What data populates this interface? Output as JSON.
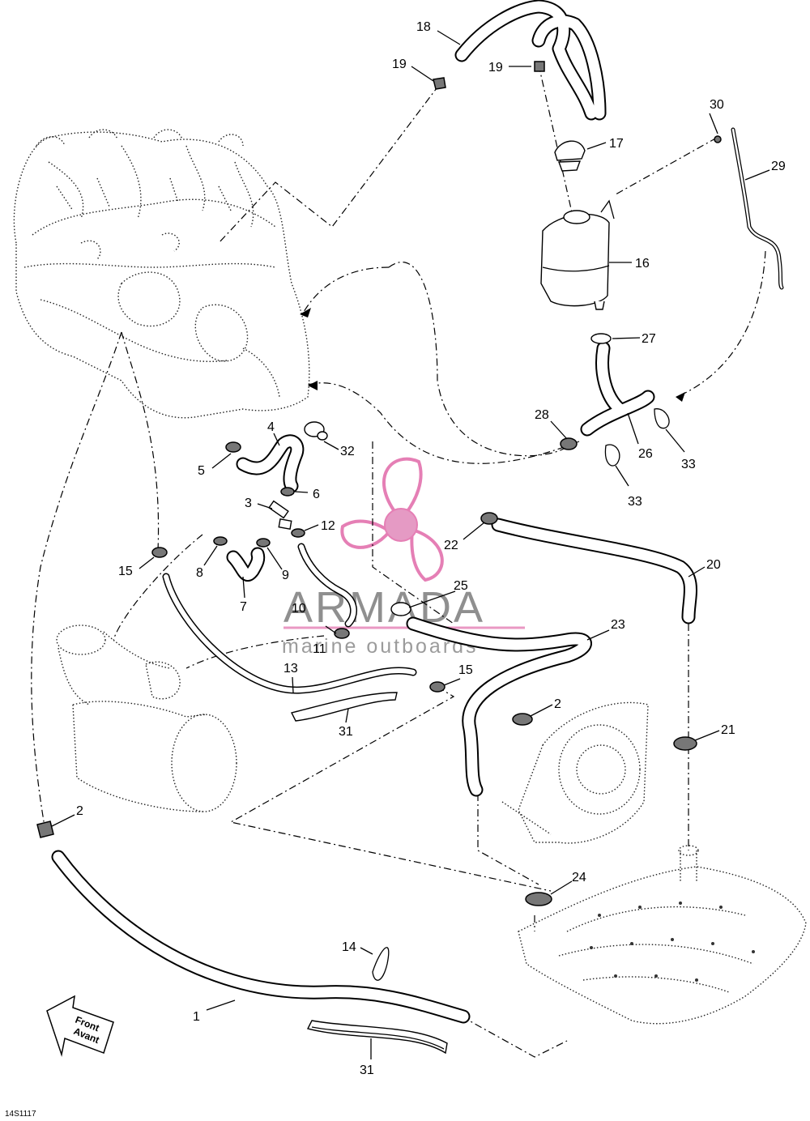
{
  "diagram": {
    "drawing_code": "14S1117",
    "front_label_line1": "Front",
    "front_label_line2": "Avant",
    "watermark": {
      "brand": "ARMADA",
      "tagline": "marine outboards",
      "accent_color": "#e57fb5",
      "text_color": "#6a6a6a"
    },
    "callouts": [
      {
        "id": "c1",
        "label": "1"
      },
      {
        "id": "c2a",
        "label": "2"
      },
      {
        "id": "c2b",
        "label": "2"
      },
      {
        "id": "c3",
        "label": "3"
      },
      {
        "id": "c4",
        "label": "4"
      },
      {
        "id": "c5",
        "label": "5"
      },
      {
        "id": "c6",
        "label": "6"
      },
      {
        "id": "c7",
        "label": "7"
      },
      {
        "id": "c8",
        "label": "8"
      },
      {
        "id": "c9",
        "label": "9"
      },
      {
        "id": "c10",
        "label": "10"
      },
      {
        "id": "c11",
        "label": "11"
      },
      {
        "id": "c12",
        "label": "12"
      },
      {
        "id": "c13",
        "label": "13"
      },
      {
        "id": "c14",
        "label": "14"
      },
      {
        "id": "c15a",
        "label": "15"
      },
      {
        "id": "c15b",
        "label": "15"
      },
      {
        "id": "c16",
        "label": "16"
      },
      {
        "id": "c17",
        "label": "17"
      },
      {
        "id": "c18",
        "label": "18"
      },
      {
        "id": "c19a",
        "label": "19"
      },
      {
        "id": "c19b",
        "label": "19"
      },
      {
        "id": "c20",
        "label": "20"
      },
      {
        "id": "c21",
        "label": "21"
      },
      {
        "id": "c22",
        "label": "22"
      },
      {
        "id": "c23",
        "label": "23"
      },
      {
        "id": "c24",
        "label": "24"
      },
      {
        "id": "c25",
        "label": "25"
      },
      {
        "id": "c26",
        "label": "26"
      },
      {
        "id": "c27",
        "label": "27"
      },
      {
        "id": "c28",
        "label": "28"
      },
      {
        "id": "c29",
        "label": "29"
      },
      {
        "id": "c30",
        "label": "30"
      },
      {
        "id": "c31a",
        "label": "31"
      },
      {
        "id": "c31b",
        "label": "31"
      },
      {
        "id": "c32",
        "label": "32"
      },
      {
        "id": "c33a",
        "label": "33"
      },
      {
        "id": "c33b",
        "label": "33"
      }
    ]
  }
}
